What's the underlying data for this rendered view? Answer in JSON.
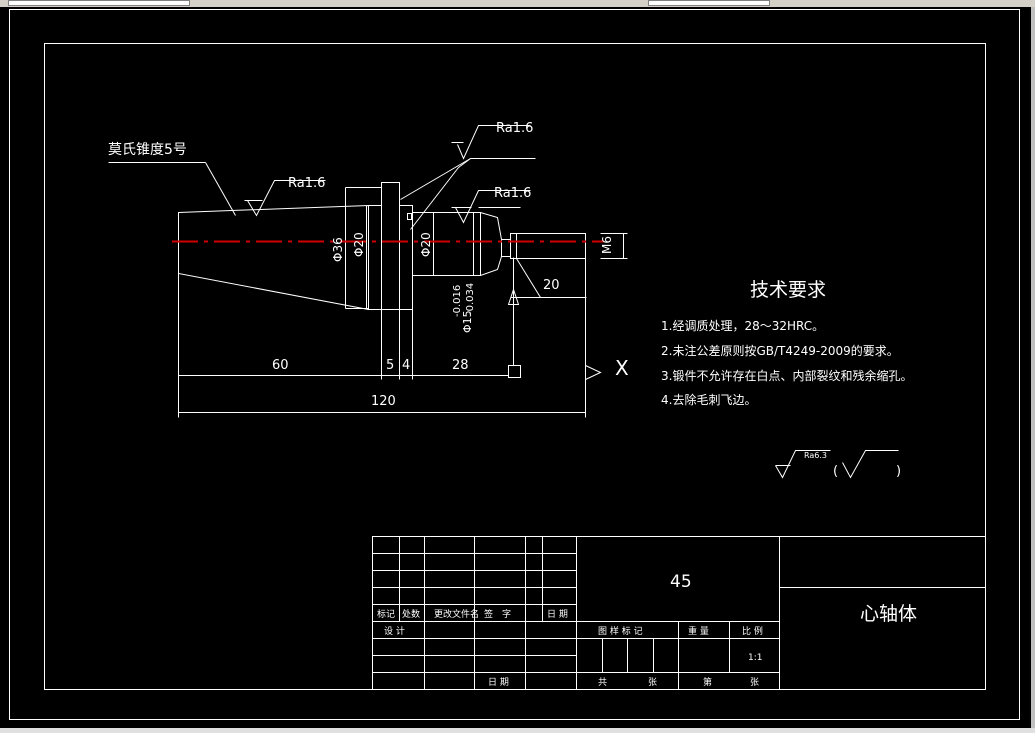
{
  "drawing": {
    "part_label": "莫氏锥度5号",
    "roughness": {
      "top": "Ra1.6",
      "taper": "Ra1.6",
      "right": "Ra1.6",
      "general": "Ra6.3"
    },
    "diameters": {
      "d36": "Φ36",
      "d20_left": "Φ20",
      "d20_mid": "Φ20",
      "d15": "Φ15",
      "tol_upper": "-0.016",
      "tol_lower": "-0.034",
      "thread": "M6"
    },
    "lengths": {
      "l60": "60",
      "l5": "5",
      "l4": "4",
      "l28": "28",
      "l20": "20",
      "l120": "120"
    },
    "cross_mark": "X",
    "tech_req": {
      "title": "技术要求",
      "items": [
        "1.经调质处理，28～32HRC。",
        "2.未注公差原则按GB/T4249-2009的要求。",
        "3.锻件不允许存在白点、内部裂纹和残余缩孔。",
        "4.去除毛刺飞边。"
      ],
      "paren_open": "(",
      "paren_close": ")"
    },
    "title_block": {
      "material": "45",
      "part_name": "心轴体",
      "rev_headers": [
        "标记",
        "处数",
        "更改文件名",
        "签　字",
        "日 期"
      ],
      "design": "设  计",
      "date": "日  期",
      "stage": "图 样 标 记",
      "weight": "重 量",
      "scale_label": "比 例",
      "scale": "1:1",
      "sheets_total": "共",
      "sheet_unit1": "张",
      "sheet_no": "第",
      "sheet_unit2": "张"
    }
  }
}
